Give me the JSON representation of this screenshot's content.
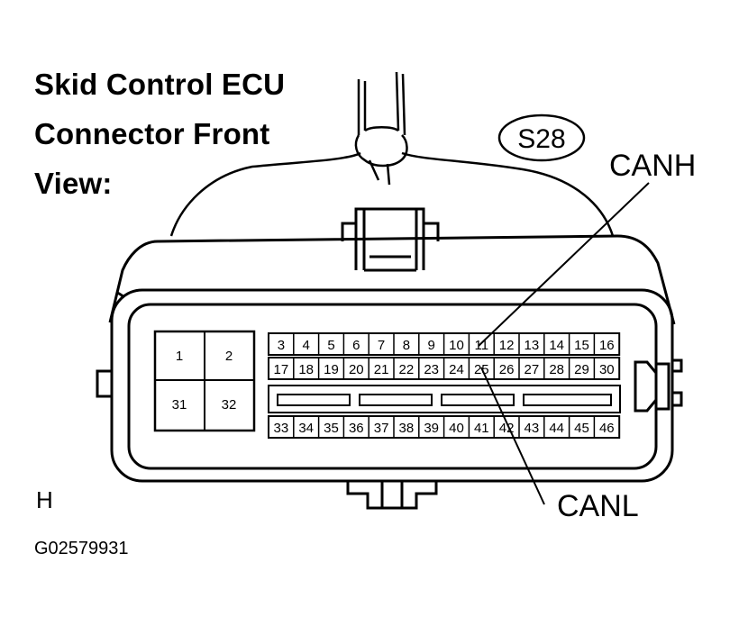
{
  "title": {
    "line1": "Skid Control ECU",
    "line2": "Connector Front",
    "line3": "View:"
  },
  "connector_code": "S28",
  "callouts": {
    "canh": "CANH",
    "canl": "CANL"
  },
  "side_label": "H",
  "figure_id": "G02579931",
  "pins": {
    "large": [
      "1",
      "2",
      "31",
      "32"
    ],
    "row_top": [
      "3",
      "4",
      "5",
      "6",
      "7",
      "8",
      "9",
      "10",
      "11",
      "12",
      "13",
      "14",
      "15",
      "16"
    ],
    "row_mid": [
      "17",
      "18",
      "19",
      "20",
      "21",
      "22",
      "23",
      "24",
      "25",
      "26",
      "27",
      "28",
      "29",
      "30"
    ],
    "row_bottom": [
      "33",
      "34",
      "35",
      "36",
      "37",
      "38",
      "39",
      "40",
      "41",
      "42",
      "43",
      "44",
      "45",
      "46"
    ]
  },
  "colors": {
    "line": "#000000",
    "background": "#ffffff"
  }
}
